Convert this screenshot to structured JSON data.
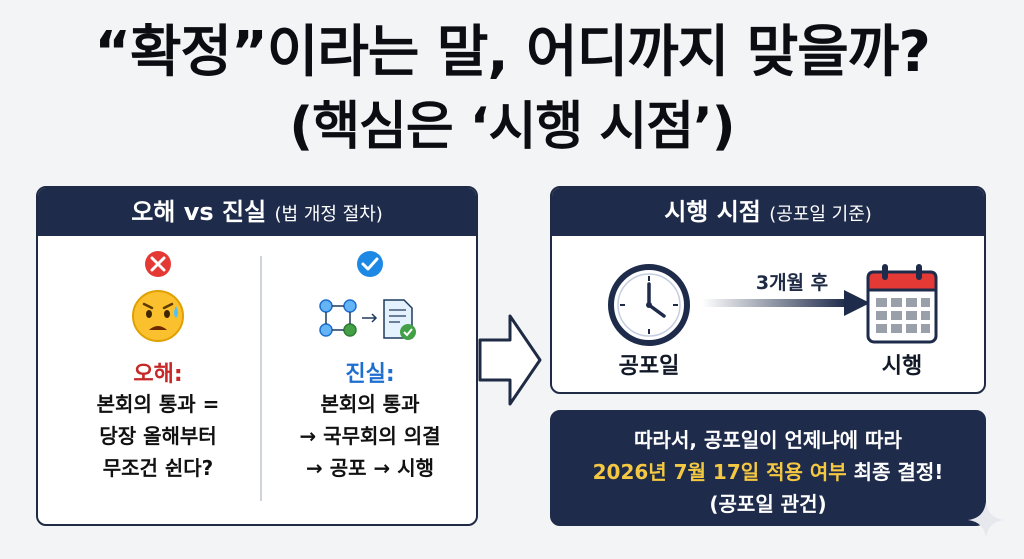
{
  "title": {
    "line1": "“확정”이라는 말, 어디까지 맞을까?",
    "line2": "(핵심은 ‘시행 시점’)"
  },
  "left_panel": {
    "header_main": "오해 vs 진실",
    "header_sub": "(법 개정 절차)",
    "myth": {
      "label": "오해:",
      "lines": [
        "본회의 통과 =",
        "당장 올해부터",
        "무조건 쉰다?"
      ]
    },
    "truth": {
      "label": "진실:",
      "lines": [
        "본회의 통과",
        "→ 국무회의 의결",
        "→ 공포 → 시행"
      ]
    }
  },
  "right_top": {
    "header_main": "시행 시점",
    "header_sub": "(공포일 기준)",
    "start_label": "공포일",
    "duration_label": "3개월 후",
    "end_label": "시행"
  },
  "right_bottom": {
    "line1": "따라서, 공포일이 언제냐에 따라",
    "line2_highlight": "2026년 7월 17일 적용 여부",
    "line2_rest": " 최종 결정!",
    "line3": "(공포일 관건)"
  },
  "icons": {
    "myth_badge": "x-circle-icon",
    "myth_face": "worried-face-icon",
    "truth_badge": "check-circle-icon",
    "truth_flow": "flowchart-document-icon",
    "clock": "clock-icon",
    "calendar": "calendar-icon"
  },
  "colors": {
    "navy": "#1e2b4a",
    "myth_red": "#c62828",
    "truth_blue": "#1e6fd0",
    "highlight_yellow": "#f5c842"
  }
}
